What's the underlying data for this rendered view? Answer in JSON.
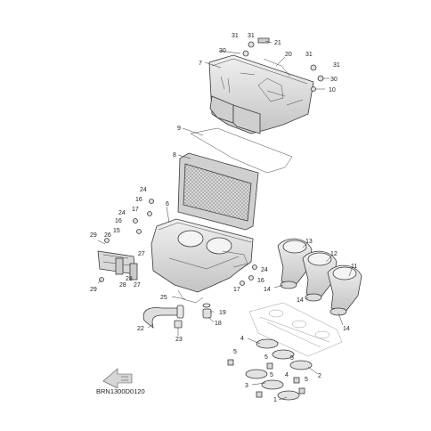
{
  "diagram": {
    "code": "BRN1300D0120",
    "callouts": {
      "c1": "1",
      "c2": "2",
      "c3": "3",
      "c4a": "4",
      "c4b": "4",
      "c5a": "5",
      "c5b": "5",
      "c5c": "5",
      "c5d": "5",
      "c5e": "5",
      "c6": "6",
      "c7": "7",
      "c8": "8",
      "c9": "9",
      "c10": "10",
      "c11": "11",
      "c12": "12",
      "c13": "13",
      "c14a": "14",
      "c14b": "14",
      "c14c": "14",
      "c15": "15",
      "c16a": "16",
      "c16b": "16",
      "c16c": "16",
      "c17a": "17",
      "c17b": "17",
      "c18": "18",
      "c19": "19",
      "c20": "20",
      "c21": "21",
      "c22": "22",
      "c23": "23",
      "c24a": "24",
      "c24b": "24",
      "c24c": "24",
      "c25": "25",
      "c26": "26",
      "c27a": "27",
      "c27b": "27",
      "c28a": "28",
      "c28b": "28",
      "c29a": "29",
      "c29b": "29",
      "c30a": "30",
      "c30b": "30",
      "c31a": "31",
      "c31b": "31",
      "c31c": "31",
      "c31d": "31"
    },
    "colors": {
      "part_fill": "#e4e4e4",
      "part_shadow": "#b8b8b8",
      "line": "#333333",
      "arrow_fill": "#d6d6d6"
    },
    "icons": {
      "front_arrow": "front-direction-arrow-icon"
    }
  }
}
